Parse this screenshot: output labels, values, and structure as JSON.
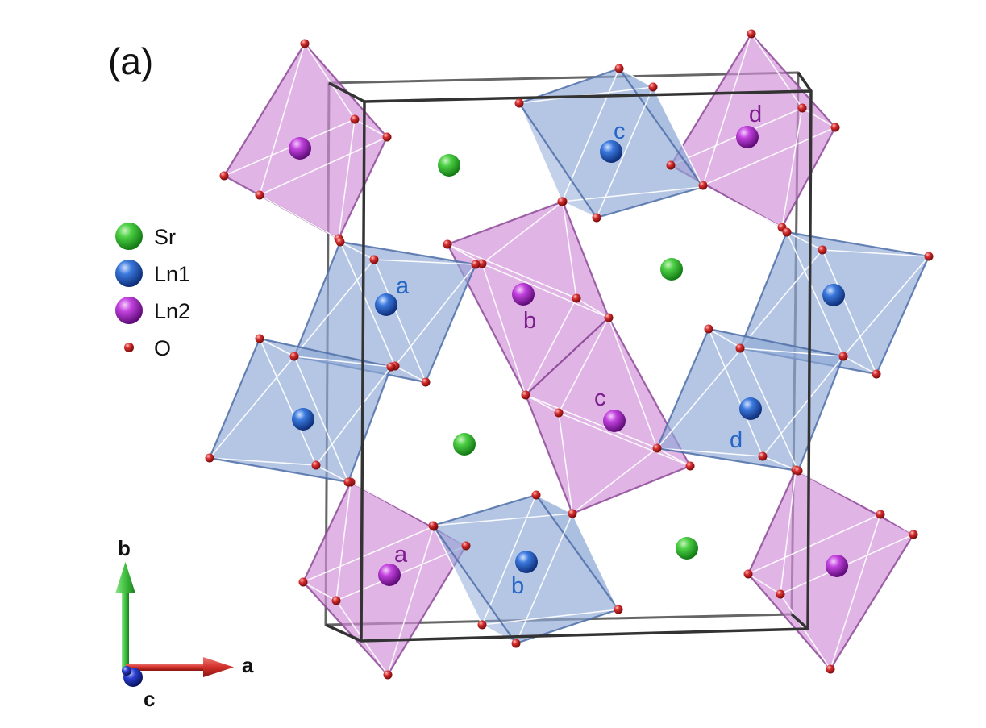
{
  "panel_label": "(a)",
  "legend": [
    {
      "label": "Sr",
      "color": "#2fb52f",
      "kind": "large"
    },
    {
      "label": "Ln1",
      "color": "#2f66c9",
      "kind": "large"
    },
    {
      "label": "Ln2",
      "color": "#b43ad0",
      "kind": "large"
    },
    {
      "label": "O",
      "color": "#cc2a2a",
      "kind": "small"
    }
  ],
  "site_labels": {
    "ln1": [
      "a",
      "b",
      "c",
      "d"
    ],
    "ln2": [
      "a",
      "b",
      "c",
      "d"
    ],
    "ln1_color": "#2566c8",
    "ln2_color": "#7d1e8e"
  },
  "axes": {
    "a": "a",
    "b": "b",
    "c": "c",
    "a_color": "#d0302a",
    "b_color": "#3fbf3f",
    "c_color": "#2236c0"
  },
  "colors": {
    "ln1_polyhedron": "#8fa9d6",
    "ln2_polyhedron": "#cf8ed6",
    "oxygen": "#cc2a2a",
    "cell_edge": "#333333"
  }
}
